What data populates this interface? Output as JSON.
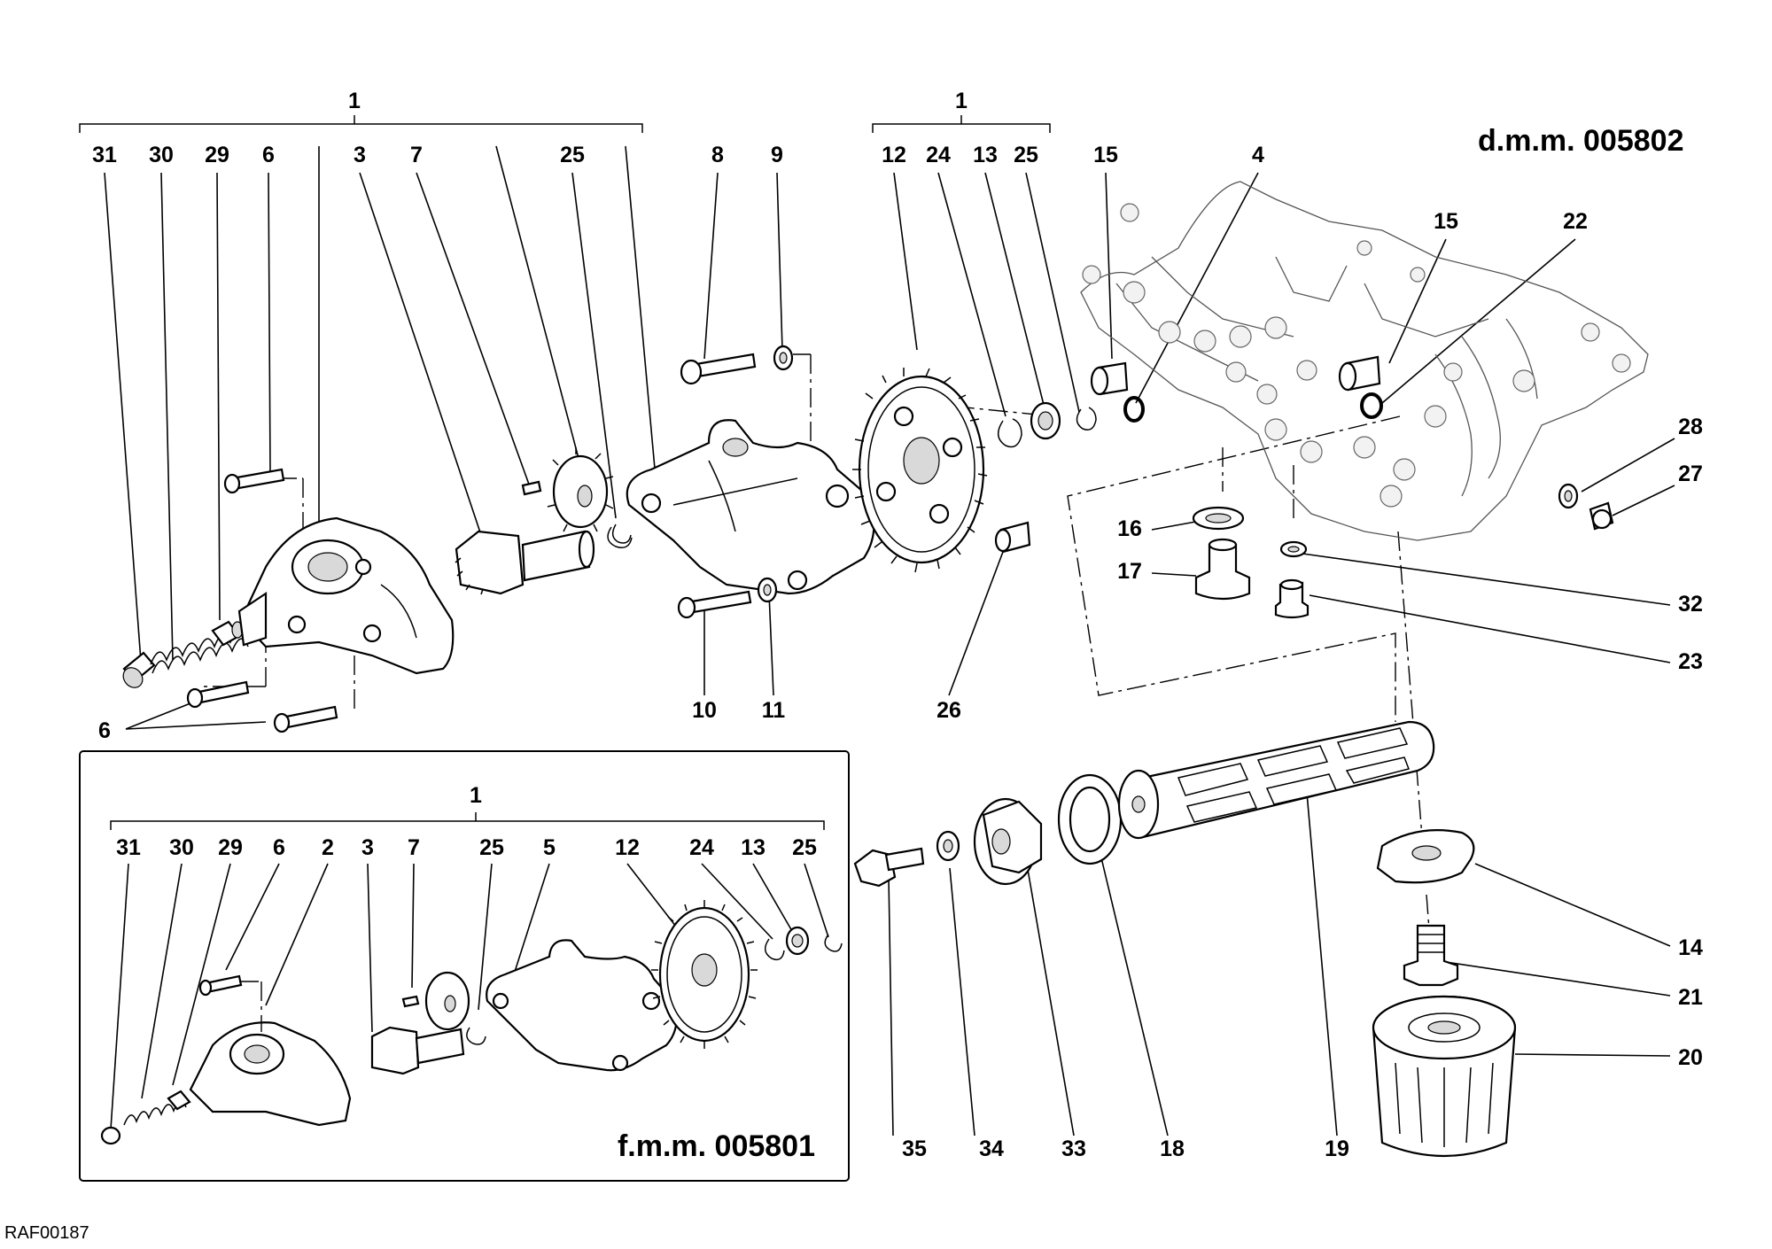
{
  "diagram": {
    "drawing_top": "d.m.m. 005802",
    "drawing_inset": "f.m.m. 005801",
    "reference_code": "RAF00187",
    "assembly_labels": [
      "1",
      "1",
      "1"
    ],
    "callouts": {
      "c31": "31",
      "c30": "30",
      "c29": "29",
      "c6a": "6",
      "c3": "3",
      "c7": "7",
      "c25a": "25",
      "c8": "8",
      "c9": "9",
      "c12": "12",
      "c24": "24",
      "c13": "13",
      "c25b": "25",
      "c15a": "15",
      "c4": "4",
      "c15b": "15",
      "c22": "22",
      "c28": "28",
      "c27": "27",
      "c16": "16",
      "c17": "17",
      "c32": "32",
      "c23": "23",
      "c10": "10",
      "c11": "11",
      "c26": "26",
      "c6b": "6",
      "c14": "14",
      "c21": "21",
      "c20": "20",
      "c35": "35",
      "c34": "34",
      "c33": "33",
      "c18": "18",
      "c19": "19"
    },
    "inset_callouts": {
      "i31": "31",
      "i30": "30",
      "i29": "29",
      "i6": "6",
      "i2": "2",
      "i3": "3",
      "i7": "7",
      "i25a": "25",
      "i5": "5",
      "i12": "12",
      "i24": "24",
      "i13": "13",
      "i25b": "25"
    }
  }
}
